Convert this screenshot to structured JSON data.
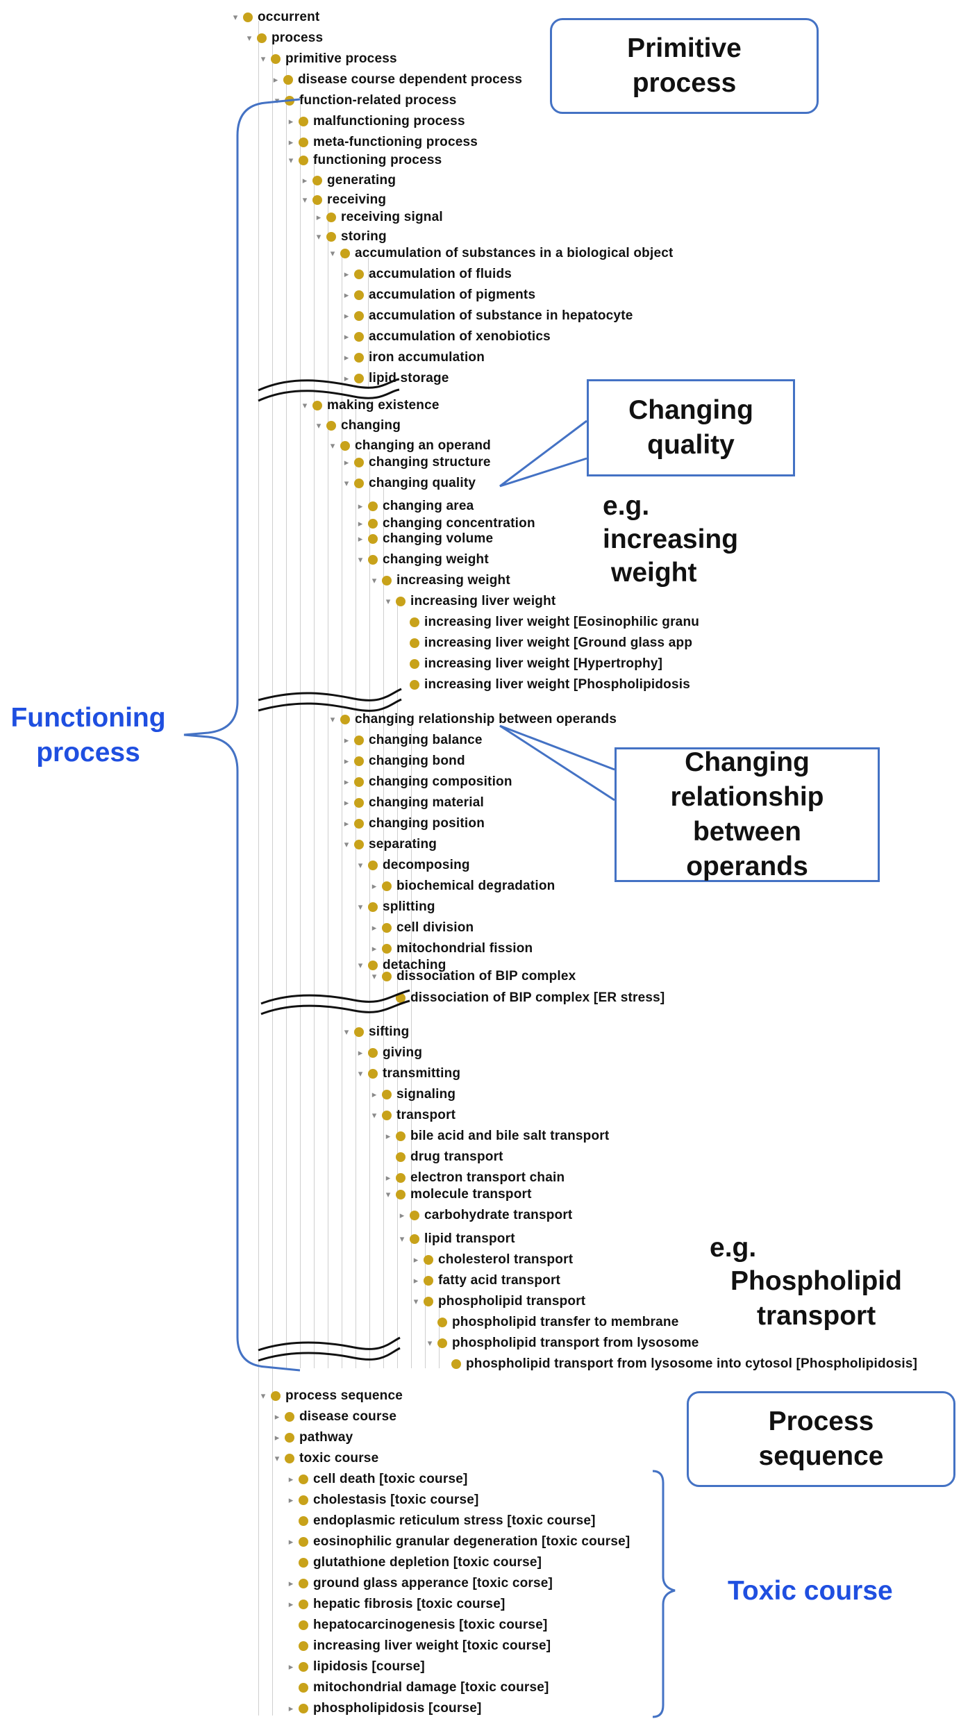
{
  "tree": [
    {
      "label": "occurrent",
      "toggle": "expanded"
    },
    {
      "label": "process",
      "toggle": "expanded"
    },
    {
      "label": "primitive process",
      "toggle": "expanded"
    },
    {
      "label": "disease course dependent process",
      "toggle": "collapsed"
    },
    {
      "label": "function-related process",
      "toggle": "expanded"
    },
    {
      "label": "malfunctioning process",
      "toggle": "collapsed"
    },
    {
      "label": "meta-functioning process",
      "toggle": "collapsed"
    },
    {
      "label": "functioning process",
      "toggle": "expanded"
    },
    {
      "label": "generating",
      "toggle": "collapsed"
    },
    {
      "label": "receiving",
      "toggle": "expanded"
    },
    {
      "label": "receiving signal",
      "toggle": "collapsed"
    },
    {
      "label": "storing",
      "toggle": "expanded"
    },
    {
      "label": "accumulation of substances in a biological object",
      "toggle": "expanded"
    },
    {
      "label": "accumulation of fluids",
      "toggle": "collapsed"
    },
    {
      "label": "accumulation of pigments",
      "toggle": "collapsed"
    },
    {
      "label": "accumulation of substance in hepatocyte",
      "toggle": "collapsed"
    },
    {
      "label": "accumulation of xenobiotics",
      "toggle": "collapsed"
    },
    {
      "label": "iron accumulation",
      "toggle": "collapsed"
    },
    {
      "label": "lipid storage",
      "toggle": "collapsed"
    },
    {
      "label": "making existence",
      "toggle": "expanded"
    },
    {
      "label": "changing",
      "toggle": "expanded"
    },
    {
      "label": "changing an operand",
      "toggle": "expanded"
    },
    {
      "label": "changing structure",
      "toggle": "collapsed"
    },
    {
      "label": "changing quality",
      "toggle": "expanded"
    },
    {
      "label": "changing area",
      "toggle": "collapsed"
    },
    {
      "label": "changing concentration",
      "toggle": "collapsed"
    },
    {
      "label": "changing volume",
      "toggle": "collapsed"
    },
    {
      "label": "changing weight",
      "toggle": "expanded"
    },
    {
      "label": "increasing weight",
      "toggle": "expanded"
    },
    {
      "label": "increasing liver weight",
      "toggle": "expanded"
    },
    {
      "label": "increasing liver weight [Eosinophilic granu",
      "toggle": "leaf"
    },
    {
      "label": "increasing liver weight [Ground glass app",
      "toggle": "leaf"
    },
    {
      "label": "increasing liver weight [Hypertrophy]",
      "toggle": "leaf"
    },
    {
      "label": "increasing liver weight [Phospholipidosis",
      "toggle": "leaf"
    },
    {
      "label": "changing relationship between operands",
      "toggle": "expanded"
    },
    {
      "label": "changing balance",
      "toggle": "collapsed"
    },
    {
      "label": "changing bond",
      "toggle": "collapsed"
    },
    {
      "label": "changing composition",
      "toggle": "collapsed"
    },
    {
      "label": "changing material",
      "toggle": "collapsed"
    },
    {
      "label": "changing position",
      "toggle": "collapsed"
    },
    {
      "label": "separating",
      "toggle": "expanded"
    },
    {
      "label": "decomposing",
      "toggle": "expanded"
    },
    {
      "label": "biochemical degradation",
      "toggle": "collapsed"
    },
    {
      "label": "splitting",
      "toggle": "expanded"
    },
    {
      "label": "cell division",
      "toggle": "collapsed"
    },
    {
      "label": "mitochondrial fission",
      "toggle": "collapsed"
    },
    {
      "label": "detaching",
      "toggle": "expanded"
    },
    {
      "label": "dissociation of BIP complex",
      "toggle": "expanded"
    },
    {
      "label": "dissociation of BIP complex [ER stress]",
      "toggle": "leaf"
    },
    {
      "label": "sifting",
      "toggle": "expanded"
    },
    {
      "label": "giving",
      "toggle": "collapsed"
    },
    {
      "label": "transmitting",
      "toggle": "expanded"
    },
    {
      "label": "signaling",
      "toggle": "collapsed"
    },
    {
      "label": "transport",
      "toggle": "expanded"
    },
    {
      "label": "bile acid and bile salt transport",
      "toggle": "collapsed"
    },
    {
      "label": "drug transport",
      "toggle": "leaf"
    },
    {
      "label": "electron transport chain",
      "toggle": "collapsed"
    },
    {
      "label": "molecule transport",
      "toggle": "expanded"
    },
    {
      "label": "carbohydrate transport",
      "toggle": "collapsed"
    },
    {
      "label": "lipid transport",
      "toggle": "expanded"
    },
    {
      "label": "cholesterol transport",
      "toggle": "collapsed"
    },
    {
      "label": "fatty acid transport",
      "toggle": "collapsed"
    },
    {
      "label": "phospholipid transport",
      "toggle": "expanded"
    },
    {
      "label": "phospholipid transfer to membrane",
      "toggle": "leaf"
    },
    {
      "label": "phospholipid transport from lysosome",
      "toggle": "expanded"
    },
    {
      "label": "phospholipid transport from lysosome into cytosol [Phospholipidosis]",
      "toggle": "leaf"
    },
    {
      "label": "process sequence",
      "toggle": "expanded"
    },
    {
      "label": "disease course",
      "toggle": "collapsed"
    },
    {
      "label": "pathway",
      "toggle": "collapsed"
    },
    {
      "label": "toxic course",
      "toggle": "expanded"
    },
    {
      "label": "cell death [toxic course]",
      "toggle": "collapsed"
    },
    {
      "label": "cholestasis [toxic course]",
      "toggle": "collapsed"
    },
    {
      "label": "endoplasmic reticulum stress [toxic course]",
      "toggle": "leaf"
    },
    {
      "label": "eosinophilic granular degeneration [toxic course]",
      "toggle": "collapsed"
    },
    {
      "label": "glutathione depletion [toxic course]",
      "toggle": "leaf"
    },
    {
      "label": "ground glass apperance [toxic corse]",
      "toggle": "collapsed"
    },
    {
      "label": "hepatic fibrosis [toxic course]",
      "toggle": "collapsed"
    },
    {
      "label": "hepatocarcinogenesis  [toxic course]",
      "toggle": "leaf"
    },
    {
      "label": "increasing liver weight [toxic course]",
      "toggle": "leaf"
    },
    {
      "label": "lipidosis [course]",
      "toggle": "collapsed"
    },
    {
      "label": "mitochondrial damage [toxic course]",
      "toggle": "leaf"
    },
    {
      "label": "phospholipidosis [course]",
      "toggle": "collapsed"
    }
  ],
  "callouts": {
    "primitive_process": "Primitive\nprocess",
    "changing_quality": "Changing\nquality",
    "changing_relationship": "Changing\nrelationship\nbetween\noperands",
    "process_sequence": "Process\nsequence"
  },
  "side_labels": {
    "functioning_process": "Functioning\nprocess",
    "toxic_course": "Toxic course"
  },
  "examples": {
    "increasing_weight": [
      "e.g.",
      "increasing",
      "weight"
    ],
    "phospholipid_transport": [
      "e.g.",
      "Phospholipid",
      "transport"
    ]
  },
  "colors": {
    "accent_blue": "#4472c4",
    "label_blue": "#1f4fe0",
    "node_dot": "#c8a21a"
  }
}
